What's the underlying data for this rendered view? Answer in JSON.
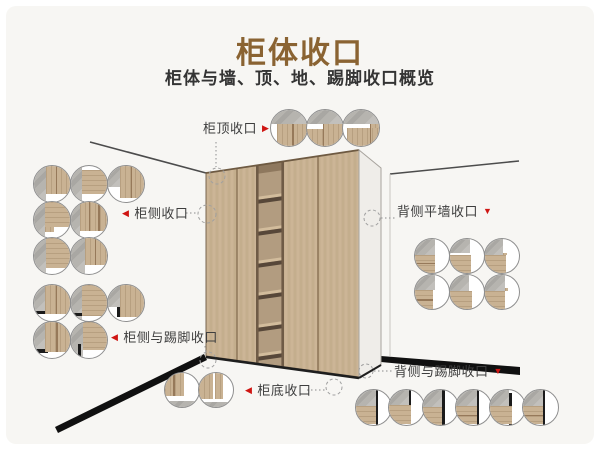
{
  "header": {
    "title": "柜体收口",
    "subtitle": "柜体与墙、顶、地、踢脚收口概览"
  },
  "colors": {
    "accent_red": "#cf1512",
    "title_brown": "#8a6332",
    "wood": "#c9b293",
    "concrete": "#b6b4af",
    "background": "#f7f6f3"
  },
  "callouts": [
    {
      "id": "top",
      "label": "柜顶收口",
      "arrow": "right",
      "circles": [
        "vt1",
        "vt2",
        "vt3"
      ]
    },
    {
      "id": "side",
      "label": "柜侧收口",
      "arrow": "left",
      "circles": [
        "vs1",
        "vs2",
        "vs3",
        "vs4",
        "vs5",
        "vs6",
        "vs7"
      ]
    },
    {
      "id": "sideskirt",
      "label": "柜侧与踢脚收口",
      "arrow": "left",
      "circles": [
        "vsk1",
        "vsk2",
        "vsk3",
        "vsk4",
        "vsk5"
      ]
    },
    {
      "id": "backwall",
      "label": "背侧平墙收口",
      "arrow": "down",
      "circles": [
        "vb1",
        "vb2",
        "vb3",
        "vb4",
        "vb5",
        "vb6"
      ]
    },
    {
      "id": "backskirt",
      "label": "背侧与踢脚收口",
      "arrow": "down",
      "circles": [
        "vkr1",
        "vkr2",
        "vkr3",
        "vkr4",
        "vkr5",
        "vkr6"
      ]
    },
    {
      "id": "bottom",
      "label": "柜底收口",
      "arrow": "left",
      "circles": [
        "vbt1",
        "vbt2"
      ]
    }
  ]
}
